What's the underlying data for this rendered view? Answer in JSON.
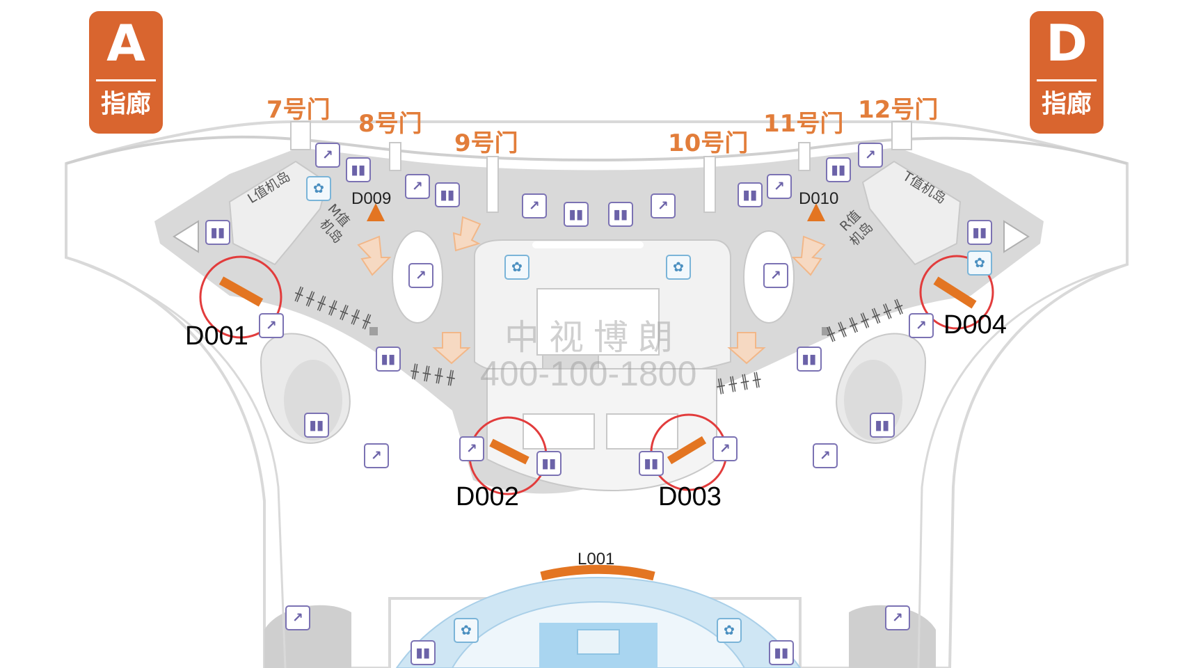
{
  "concourses": {
    "left": {
      "letter": "A",
      "label": "指廊"
    },
    "right": {
      "letter": "D",
      "label": "指廊"
    }
  },
  "gates": [
    "7号门",
    "8号门",
    "9号门",
    "10号门",
    "11号门",
    "12号门"
  ],
  "checkin_islands": [
    "L值机岛",
    "M值",
    "机岛",
    "R值",
    "机岛",
    "T值机岛"
  ],
  "ad_spots": [
    "D001",
    "D002",
    "D003",
    "D004"
  ],
  "small_spots": [
    "D009",
    "D010",
    "L001"
  ],
  "watermark": {
    "name": "中视博朗",
    "phone": "400-100-1800"
  },
  "colors": {
    "concourse_badge": "#d9652f",
    "gate_label": "#e27d3a",
    "ad_spot": "#e37522",
    "highlight_circle": "#e23c3c",
    "floor": "#d9d9d9",
    "wall": "#eeeeee",
    "water": "#cfe6f4",
    "facility_icon": "#7b72b3"
  },
  "icons": {
    "escalator": "escalator-icon",
    "restroom": "restroom-icon",
    "nursery": "nursery-room-icon",
    "walk_direction": "walk-direction-arrow-icon",
    "ad_marker": "ad-marker-triangle-icon"
  }
}
